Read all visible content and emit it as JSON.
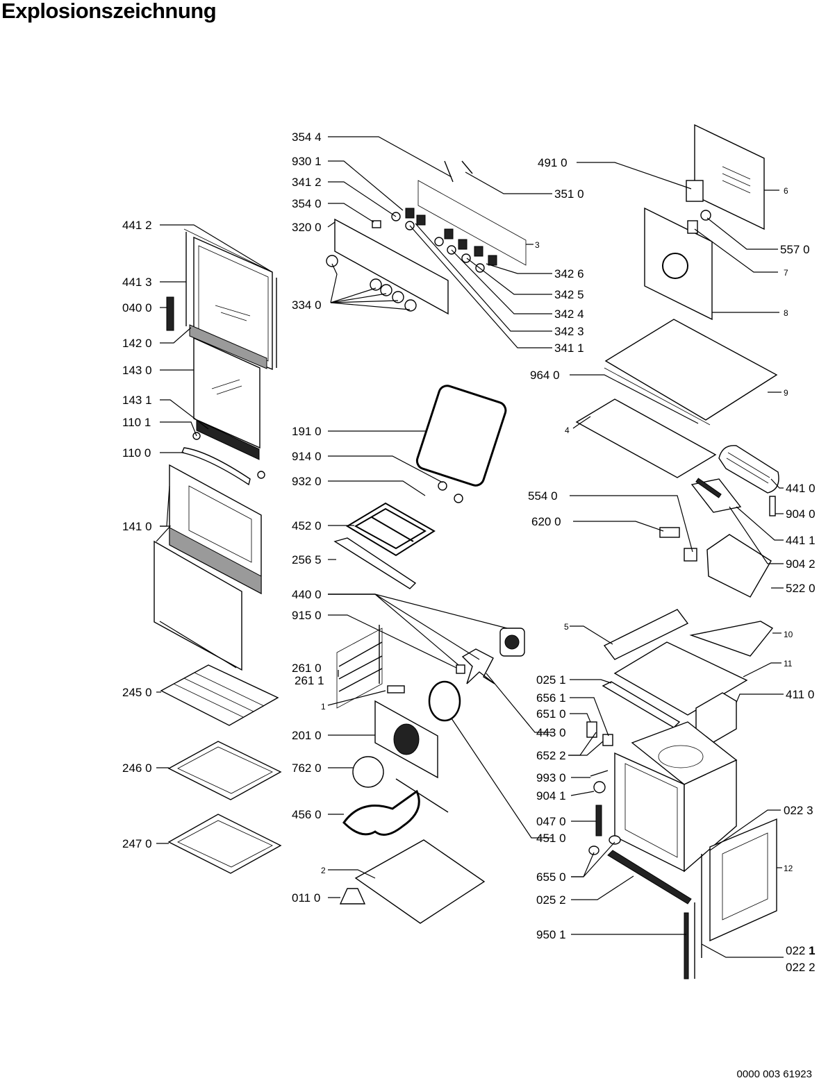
{
  "title": "Explosionszeichnung",
  "document_number": "0000 003 61923",
  "labels": {
    "p3544": "354 4",
    "p9301": "930 1",
    "p3412": "341 2",
    "p3540": "354 0",
    "p3200": "320 0",
    "p3340": "334 0",
    "p3510": "351 0",
    "p3": "3",
    "p3426": "342 6",
    "p3425": "342 5",
    "p3424": "342 4",
    "p3423": "342 3",
    "p3411": "341 1",
    "p4910": "491 0",
    "p6": "6",
    "p5570": "557 0",
    "p7": "7",
    "p8": "8",
    "p9640": "964 0",
    "p9": "9",
    "p4": "4",
    "p4412": "441 2",
    "p4413": "441 3",
    "p0400": "040 0",
    "p1420": "142 0",
    "p1430": "143 0",
    "p1431": "143 1",
    "p1101": "110 1",
    "p1100": "110 0",
    "p1410": "141 0",
    "p1910": "191 0",
    "p9140": "914 0",
    "p9320": "932 0",
    "p4520": "452 0",
    "p2565": "256 5",
    "p4410": "441 0",
    "p9040": "904 0",
    "p5540": "554 0",
    "p4411": "441 1",
    "p6200": "620 0",
    "p9042": "904 2",
    "p5220": "522 0",
    "p4400": "440 0",
    "p9150": "915 0",
    "p2610": "261 0",
    "p2611": "261 1",
    "p1": "1",
    "p2010": "201 0",
    "p7620": "762 0",
    "p4560": "456 0",
    "p2": "2",
    "p0110": "011 0",
    "p4430": "443 0",
    "p4510": "451 0",
    "p2450": "245 0",
    "p2460": "246 0",
    "p2470": "247 0",
    "p5": "5",
    "p10": "10",
    "p11": "11",
    "p0251": "025 1",
    "p4110": "411 0",
    "p6561": "656 1",
    "p6510": "651 0",
    "p6522": "652 2",
    "p9930": "993 0",
    "p9041": "904 1",
    "p0470": "047 0",
    "p0223": "022 3",
    "p12": "12",
    "p6550": "655 0",
    "p0252": "025 2",
    "p9501": "950 1",
    "p0221a": "022 ",
    "p0221b": "1",
    "p0222": "022 2"
  },
  "icons": {
    "door": "oven-door-frame-icon",
    "control_panel": "control-panel-icon",
    "knob": "control-knob-icon",
    "grill": "grill-element-icon",
    "fan": "fan-motor-icon",
    "cavity": "oven-cavity-icon",
    "rack": "oven-rack-icon",
    "tray": "baking-tray-icon",
    "blower": "tangential-fan-icon"
  }
}
